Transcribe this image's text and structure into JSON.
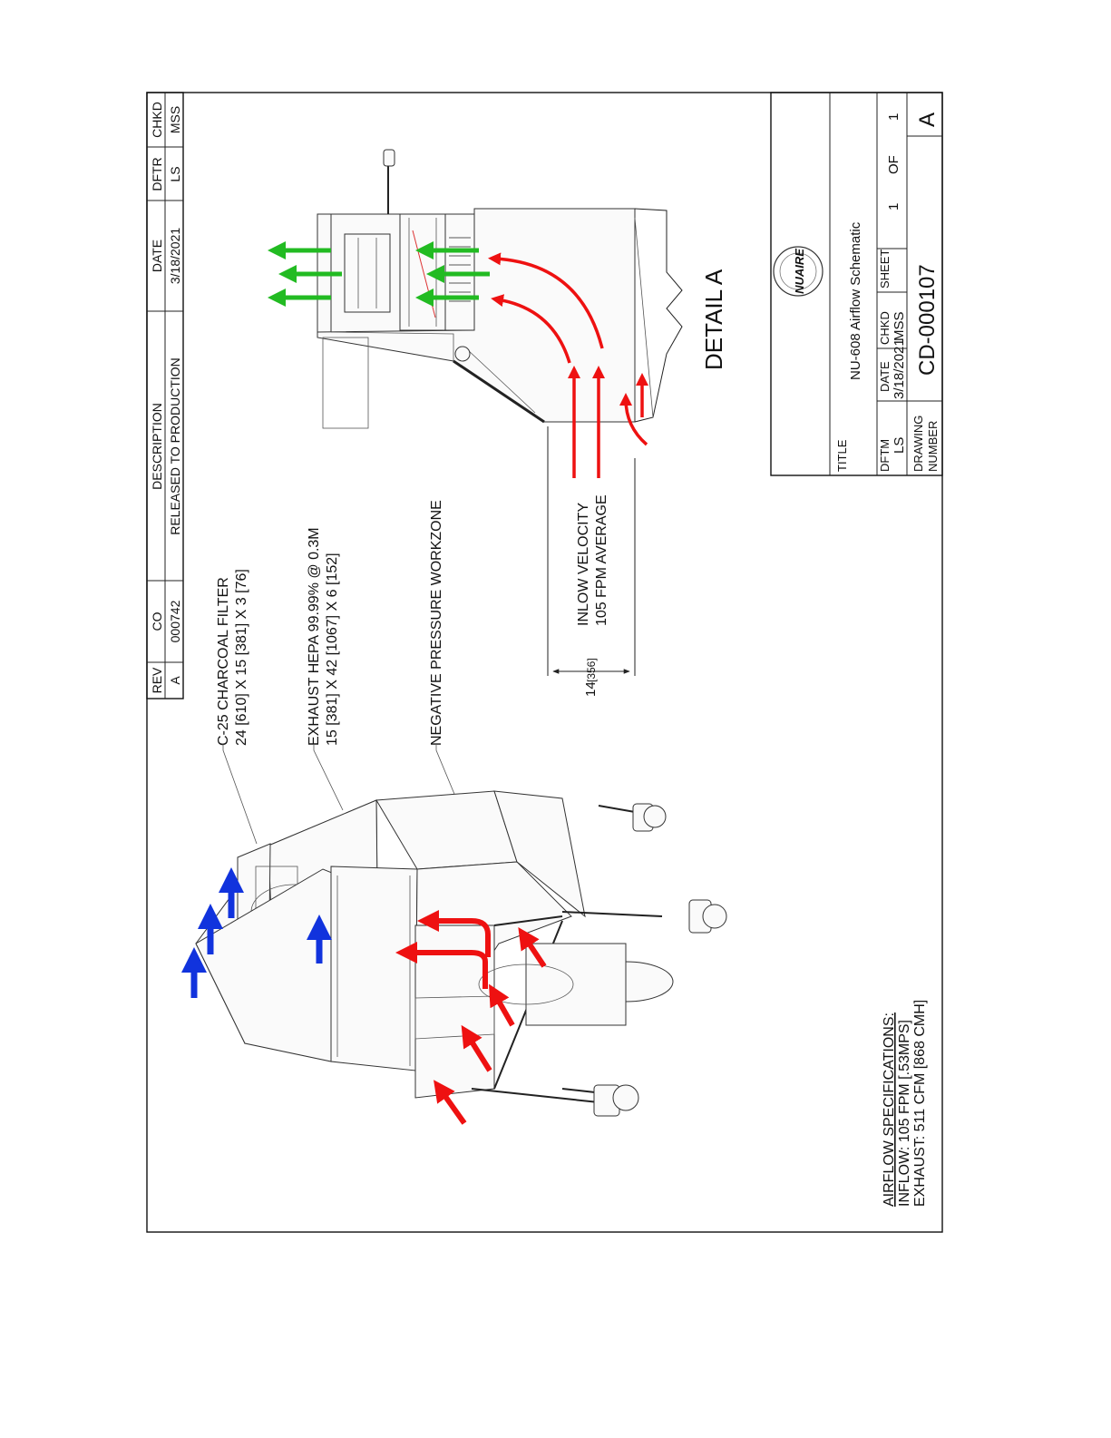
{
  "revision_block": {
    "headers": [
      "REV",
      "CO",
      "DESCRIPTION",
      "DATE",
      "DFTR",
      "CHKD"
    ],
    "row": [
      "A",
      "000742",
      "RELEASED TO PRODUCTION",
      "3/18/2021",
      "LS",
      "MSS"
    ]
  },
  "callouts": {
    "charcoal_filter": {
      "line1": "C-25 CHARCOAL FILTER",
      "line2": "24 [610] X 15 [381] X 3 [76]"
    },
    "exhaust_hepa": {
      "line1": "EXHAUST HEPA 99.99% @ 0.3M",
      "line2": "15 [381] X 42 [1067] X 6 [152]"
    },
    "workzone": {
      "line1": "NEGATIVE PRESSURE WORKZONE"
    },
    "inflow": {
      "line1": "INLOW VELOCITY",
      "line2": "105 FPM AVERAGE"
    },
    "dimension": {
      "value": "14",
      "alt": "[356]"
    }
  },
  "detail_label": "DETAIL  A",
  "specifications": {
    "heading": "AIRFLOW SPECIFICATIONS:",
    "inflow": "INFLOW:   105 FPM [.53MPS]",
    "exhaust": "EXHAUST: 511 CFM [868 CMH]"
  },
  "title_block": {
    "title_label": "TITLE",
    "title": "NU-608 Airflow Schematic",
    "logo_text": "NUAIRE",
    "dftm_label": "DFTM",
    "dftm": "LS",
    "date_label": "DATE",
    "date": "3/18/2021",
    "chkd_label": "CHKD",
    "chkd": "MSS",
    "sheet_label": "SHEET",
    "sheet_num": "1",
    "of_label": "OF",
    "sheet_total": "1",
    "drawing_number_label_1": "DRAWING",
    "drawing_number_label_2": "NUMBER",
    "drawing_number": "CD-000107",
    "rev": "A"
  },
  "colors": {
    "inflow": "#ee1111",
    "exhaust_iso": "#1133dd",
    "exhaust_detail": "#22bb22",
    "ink": "#111111"
  }
}
